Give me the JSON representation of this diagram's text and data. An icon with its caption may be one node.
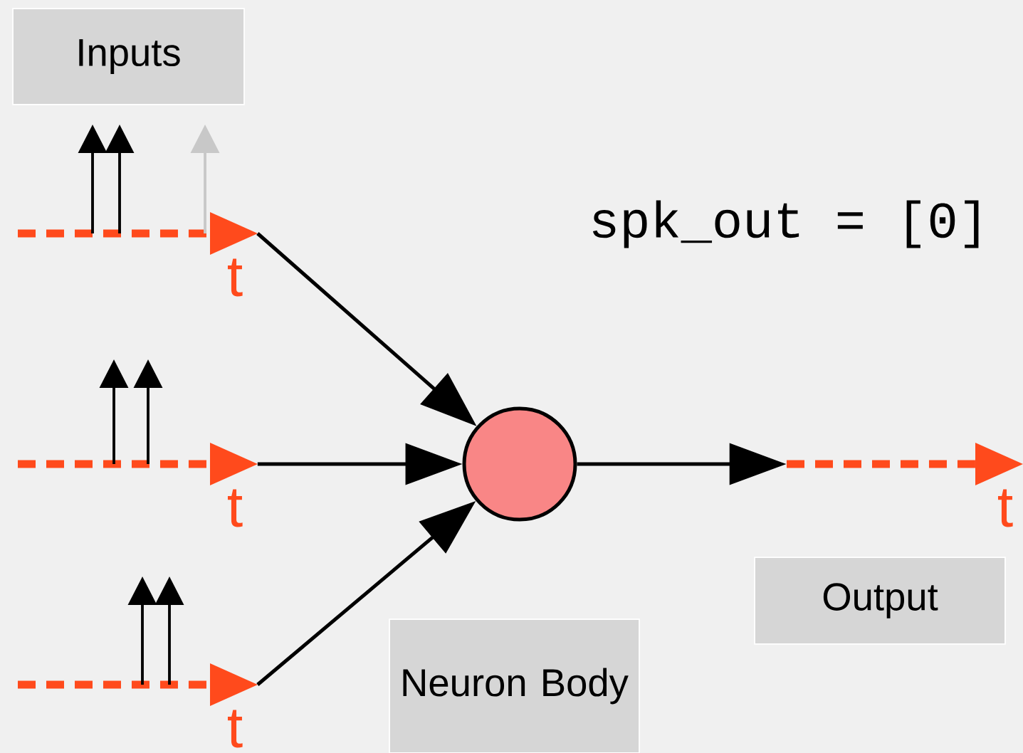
{
  "diagram": {
    "nodes": [
      {
        "text": [
          "Inputs"
        ]
      },
      {
        "text": [],
        "shape": "timeline",
        "beside": [
          "t"
        ]
      },
      {
        "text": [],
        "shape": "timeline",
        "beside": [
          "t"
        ]
      },
      {
        "text": [],
        "shape": "circle"
      },
      {
        "text": [],
        "shape": "timeline",
        "beside": [
          "t"
        ]
      },
      {
        "text": [
          "Output"
        ]
      },
      {
        "text": [],
        "shape": "timeline",
        "beside": [
          "t"
        ]
      },
      {
        "text": [
          "Neuron Body"
        ]
      }
    ],
    "edges": [
      {
        "from": 1,
        "to": 3,
        "arrow": "to"
      },
      {
        "from": 2,
        "to": 3,
        "arrow": "to"
      },
      {
        "from": 6,
        "to": 3,
        "arrow": "to"
      },
      {
        "from": 3,
        "to": 4,
        "arrow": "to"
      }
    ],
    "labels": [
      "spk_out = [0]"
    ]
  }
}
